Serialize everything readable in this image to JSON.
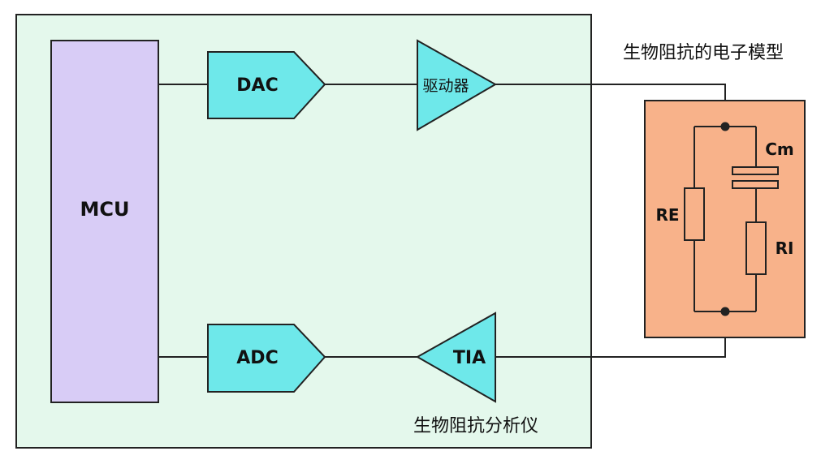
{
  "diagram": {
    "analyzer_label": "生物阻抗分析仪",
    "model_label": "生物阻抗的电子模型",
    "blocks": {
      "mcu": "MCU",
      "dac": "DAC",
      "adc": "ADC",
      "driver": "驱动器",
      "tia": "TIA"
    },
    "components": {
      "re": "RE",
      "cm": "Cm",
      "ri": "RI"
    }
  },
  "colors": {
    "analyzer_bg": "#e4f8ec",
    "mcu_fill": "#d8ccf6",
    "block_fill": "#6ee8ea",
    "model_fill": "#f8b28a",
    "stroke": "#222222"
  }
}
